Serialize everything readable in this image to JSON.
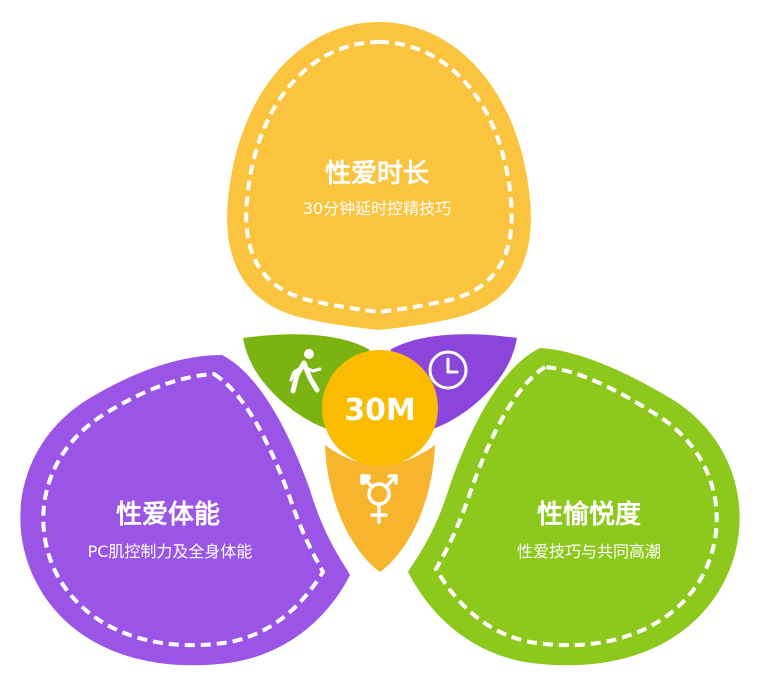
{
  "colors": {
    "yellow": "#FBC43E",
    "purple": "#9B55E6",
    "green": "#8DC81C",
    "center_green": "#7BB313",
    "center_purple": "#8C45DB",
    "center_orange": "#F7B52E",
    "center_core": "#FBBB00"
  },
  "center": {
    "label": "30M"
  },
  "petals": {
    "top": {
      "title": "性爱时长",
      "subtitle": "30分钟延时控精技巧"
    },
    "left": {
      "title": "性爱体能",
      "subtitle": "PC肌控制力及全身体能"
    },
    "right": {
      "title": "性愉悦度",
      "subtitle": "性爱技巧与共同高潮"
    }
  },
  "icons": {
    "walk": "walking-person-icon",
    "clock": "clock-icon",
    "gender": "transgender-symbol-icon"
  }
}
